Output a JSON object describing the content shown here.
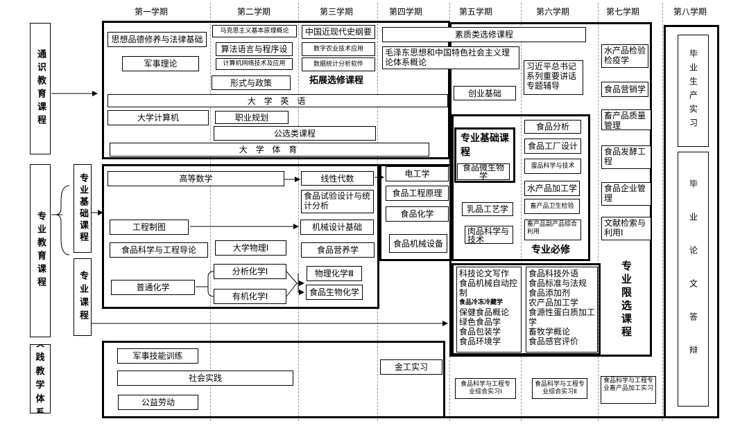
{
  "semesters": [
    "第一学期",
    "第二学期",
    "第三学期",
    "第四学期",
    "第五学期",
    "第六学期",
    "第七学期",
    "第八学期"
  ],
  "left": {
    "general": "通识教育课程",
    "professional": "专业教育课程",
    "basic": "专业基础课程",
    "major": "专业课程",
    "practice": "实践教学体系"
  },
  "general": {
    "sixiang": "思想品德修养与法律基础",
    "junshi": "军事理论",
    "makesi": "马克思主义基本原理概论",
    "suanfa": "算法语言与程序设",
    "jisuanji_wl": "计算机网络技术及应用",
    "xingshi": "形式与政策",
    "zhongguo": "中国近现代史纲要",
    "shuzi": "数字农业技术应用",
    "shuju": "数据统计分析软件",
    "tuozhan": "拓展选修课程",
    "suzhi": "素质类选修课程",
    "maozedong": "毛泽东思想和中国特色社会主义理论体系概论",
    "xijinping": "习近平总书记系列重要讲话专题辅导",
    "chuangye": "创业基础",
    "yingyu": "大 学 英 语",
    "daxuejisuanji": "大学计算机",
    "zhiye": "职业规划",
    "gongxuan": "公选类课程",
    "tiyu": "大 学 体 育"
  },
  "basic": {
    "gaoshu": "高等数学",
    "xianxing": "线性代数",
    "dian": "电工学",
    "shiyan": "食品试验设计与统计分析",
    "gongcheng_yl": "食品工程原理",
    "huaxue": "食品化学",
    "zhitu": "工程制图",
    "jixie": "机械设计基础",
    "daolun": "食品科学与工程导论",
    "wuli": "大学物理Ⅰ",
    "yingyang": "食品营养学",
    "putong": "普通化学",
    "fenxi": "分析化学Ⅰ",
    "youji": "有机化学Ⅰ",
    "wulihuaxue": "物理化学Ⅲ",
    "shengwu": "食品生物化学",
    "jixieshebei": "食品机械设备",
    "title": "专业基础课程",
    "weisheng": "食品微生物学",
    "rupin": "乳品工艺学",
    "roupin": "肉品科学与技术"
  },
  "required": {
    "title": "专业必修",
    "fenxi": "食品分析",
    "gongchang": "食品工厂设计",
    "danbai": "蛋品科学与技术",
    "shuichan": "水产品加工学",
    "weishengjianyan": "畜产品卫生检验",
    "fuchanpin": "畜产品副产品综合利用",
    "jianyi": "水产品检验检疫学",
    "yingxiao": "食品营销学",
    "zhiliang": "畜产品质量管理",
    "fajiao": "食品发酵工程",
    "qiye": "食品企业管理",
    "wenxian": "文献检索与利用Ⅰ"
  },
  "elective": {
    "title": "专业限选课程",
    "list1": [
      "科技论文写作",
      "食品机械自动控制",
      "食品冷冻冷藏学",
      "保健食品概论",
      "绿色食品学",
      "食品包装学",
      "食品环境学"
    ],
    "list2": [
      "食品科技外语",
      "食品标准与法规",
      "食品添加剂",
      "农产品加工学",
      "食源性蛋白质加工学",
      "畜牧学概论",
      "食品感官评价"
    ]
  },
  "grad": {
    "shixi": "毕业生产实习",
    "lunwen": "毕业论文答辩"
  },
  "practice": {
    "junxun": "军事技能训练",
    "shehui": "社会实践",
    "gongyi": "公益劳动",
    "jingong": "金工实习",
    "zonghe1": "食品科学与工程专业综合实习Ⅰ",
    "zonghe2": "食品科学与工程专业综合实习Ⅱ",
    "zonghe3": "食品科学与工程专业畜产品加工实习"
  }
}
